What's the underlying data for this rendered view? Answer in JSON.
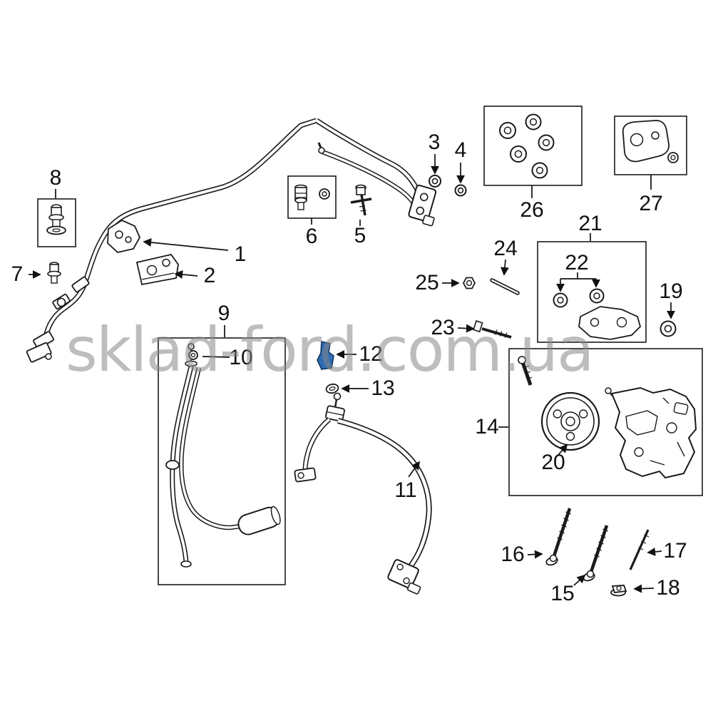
{
  "watermark": {
    "text": "sklad-ford.com.ua"
  },
  "highlight_color": "#2e6db4",
  "callouts": [
    {
      "id": "1"
    },
    {
      "id": "2"
    },
    {
      "id": "3"
    },
    {
      "id": "4"
    },
    {
      "id": "5"
    },
    {
      "id": "6"
    },
    {
      "id": "7"
    },
    {
      "id": "8"
    },
    {
      "id": "9"
    },
    {
      "id": "10"
    },
    {
      "id": "11"
    },
    {
      "id": "12"
    },
    {
      "id": "13"
    },
    {
      "id": "14"
    },
    {
      "id": "15"
    },
    {
      "id": "16"
    },
    {
      "id": "17"
    },
    {
      "id": "18"
    },
    {
      "id": "19"
    },
    {
      "id": "20"
    },
    {
      "id": "21"
    },
    {
      "id": "22"
    },
    {
      "id": "23"
    },
    {
      "id": "24"
    },
    {
      "id": "25"
    },
    {
      "id": "26"
    },
    {
      "id": "27"
    }
  ]
}
